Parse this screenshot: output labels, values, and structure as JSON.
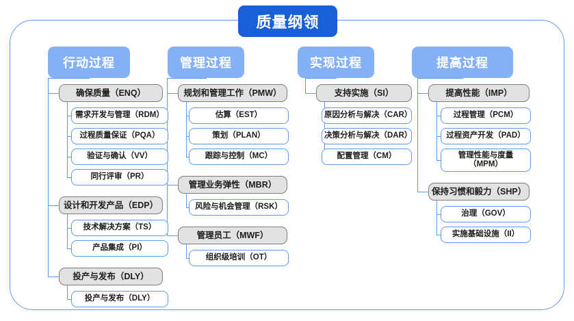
{
  "diagram": {
    "root_title": "质量纲领",
    "columns": [
      {
        "id": "col-action",
        "header": "行动过程",
        "groups": [
          {
            "label": "确保质量（ENQ）",
            "children": [
              "需求开发与管理（RDM）",
              "过程质量保证（PQA）",
              "验证与确认（VV）",
              "同行评审（PR）"
            ]
          },
          {
            "label": "设计和开发产品（EDP）",
            "children": [
              "技术解决方案（TS）",
              "产品集成（PI）"
            ]
          },
          {
            "label": "投产与发布（DLY）",
            "children": [
              "投产与发布（DLY）"
            ]
          }
        ]
      },
      {
        "id": "col-manage",
        "header": "管理过程",
        "groups": [
          {
            "label": "规划和管理工作（PMW）",
            "children": [
              "估算（EST）",
              "策划（PLAN）",
              "跟踪与控制（MC）"
            ]
          },
          {
            "label": "管理业务弹性（MBR）",
            "children": [
              "风险与机会管理（RSK）"
            ]
          },
          {
            "label": "管理员工（MWF）",
            "children": [
              "组织级培训（OT）"
            ]
          }
        ]
      },
      {
        "id": "col-implement",
        "header": "实现过程",
        "groups": [
          {
            "label": "支持实施（SI）",
            "children": [
              "原因分析与解决（CAR）",
              "决策分析与解决（DAR）",
              "配置管理（CM）"
            ]
          }
        ]
      },
      {
        "id": "col-improve",
        "header": "提高过程",
        "groups": [
          {
            "label": "提高性能（IMP）",
            "children": [
              "过程管理（PCM）",
              "过程资产开发（PAD）",
              "管理性能与度量\n（MPM）"
            ]
          },
          {
            "label": "保持习惯和毅力（SHP）",
            "children": [
              "治理（GOV）",
              "实施基础设施（II）"
            ]
          }
        ]
      }
    ],
    "colors": {
      "root_fill": "#1760d8",
      "header_fill": "#84b1f5",
      "group_fill": "#e2e2e2",
      "group_border": "#7c7c7c",
      "leaf_fill": "#ffffff",
      "leaf_border": "#5b9bf0",
      "frame_border": "#5b9bf0"
    }
  }
}
